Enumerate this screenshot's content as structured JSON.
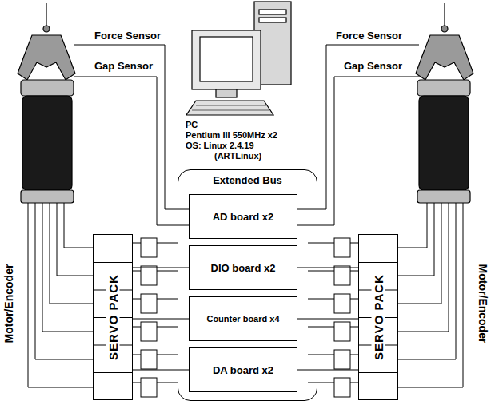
{
  "diagram": {
    "nodes": [
      {
        "text": [
          "SERVO PACK"
        ]
      },
      {
        "text": [
          "Extended Bus"
        ]
      },
      {
        "text": [
          "AD board x2"
        ],
        "in": 1
      },
      {
        "text": [
          "DIO board x2"
        ],
        "in": 1
      },
      {
        "text": [
          "Counter board x4"
        ],
        "in": 1
      },
      {
        "text": [
          "DA board x2"
        ],
        "in": 1
      },
      {
        "text": [
          "SERVO PACK"
        ]
      }
    ],
    "edges": [
      {
        "from": 0,
        "to": 3,
        "arrow": "none"
      },
      {
        "from": 0,
        "to": 4,
        "arrow": "none"
      },
      {
        "from": 0,
        "to": 5,
        "arrow": "none"
      },
      {
        "from": 6,
        "to": 3,
        "arrow": "none"
      },
      {
        "from": 6,
        "to": 4,
        "arrow": "none"
      },
      {
        "from": 6,
        "to": 5,
        "arrow": "none"
      }
    ],
    "labels": [
      "PC",
      "Pentium III 550MHz x2",
      "OS: Linux 2.4.19",
      "(ARTLinux)",
      "Force Sensor",
      "Gap Sensor",
      "Force Sensor",
      "Gap Sensor",
      "Motor/Encoder",
      "Motor/Encoder"
    ]
  }
}
